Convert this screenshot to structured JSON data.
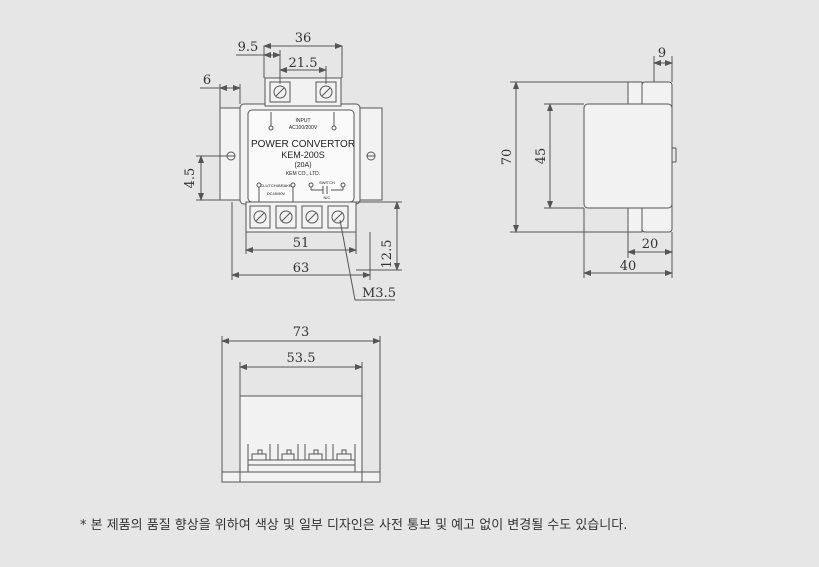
{
  "colors": {
    "background": "#e6e6e6",
    "line": "#555555",
    "fill": "#f2f2f2"
  },
  "front_view": {
    "dimensions": {
      "d36": "36",
      "d9_5": "9.5",
      "d21_5": "21.5",
      "d6": "6",
      "d4_5": "4.5",
      "d51": "51",
      "d63": "63",
      "d12_5": "12.5",
      "m3_5": "M3.5"
    },
    "label": {
      "input": "INPUT",
      "input_voltage": "AC100/200V",
      "line1": "POWER CONVERTOR",
      "line2": "KEM-200S",
      "line3": "(20A)",
      "line4": "KEM CO., LTD.",
      "clutch": "CLUTCH•BRAKE",
      "dc": "DC45/90V",
      "switch": "SWITCH",
      "nc": "N/C"
    }
  },
  "side_view": {
    "dimensions": {
      "d9": "9",
      "d70": "70",
      "d45": "45",
      "d20": "20",
      "d40": "40"
    }
  },
  "bottom_view": {
    "dimensions": {
      "d73": "73",
      "d53_5": "53.5"
    }
  },
  "footnote": "* 본 제품의 품질 향상을 위하여 색상 및 일부 디자인은 사전 통보 및 예고 없이 변경될 수도 있습니다."
}
